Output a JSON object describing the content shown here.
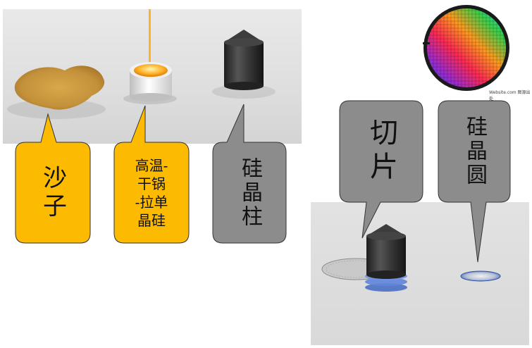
{
  "callouts": {
    "sand": "沙子",
    "furnace_line1": "高温-",
    "furnace_line2": "干锅",
    "furnace_line3": "-拉单",
    "furnace_line4": "晶硅",
    "ingot": "硅晶柱",
    "slicing": "切片",
    "wafer": "硅晶圆"
  },
  "colors": {
    "highlight": "#fcbb00",
    "neutral": "#8c8c8c",
    "outline": "#333333"
  },
  "wafer_caption": "Website.com 图源出处"
}
